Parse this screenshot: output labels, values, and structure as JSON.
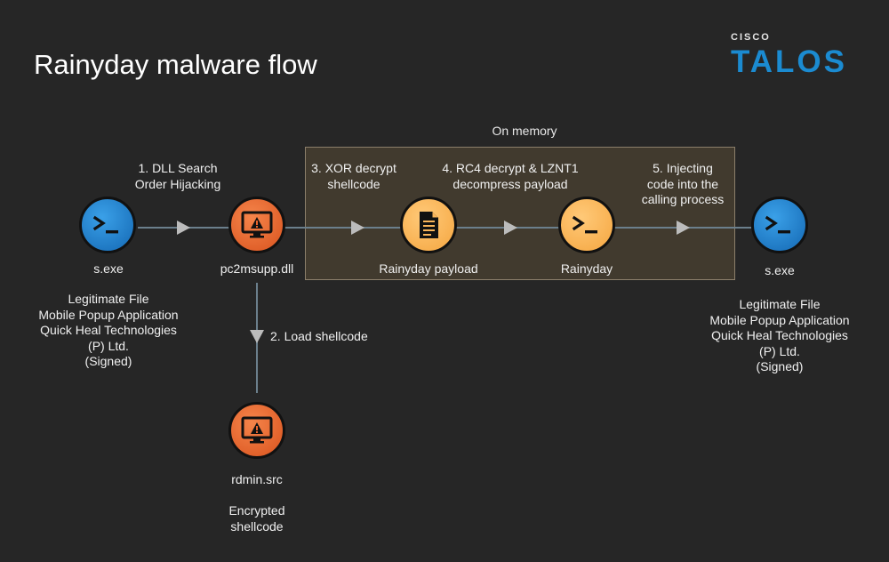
{
  "title": "Rainyday malware flow",
  "logo": {
    "top": "CISCO",
    "main": "TALOS"
  },
  "memory_box_label": "On memory",
  "nodes": {
    "sexe_left": {
      "label": "s.exe",
      "icon": "terminal-icon",
      "color": "#1f7fd0",
      "description": [
        "Legitimate File",
        "Mobile Popup Application",
        "Quick Heal Technologies",
        "(P) Ltd.",
        "(Signed)"
      ]
    },
    "dll": {
      "label": "pc2msupp.dll",
      "icon": "monitor-warning-icon",
      "color": "#e8632c"
    },
    "payload": {
      "label": "Rainyday payload",
      "icon": "document-icon",
      "color": "#f9b55a"
    },
    "rainyday": {
      "label": "Rainyday",
      "icon": "terminal-icon",
      "color": "#f9b55a"
    },
    "sexe_right": {
      "label": "s.exe",
      "icon": "terminal-icon",
      "color": "#1f7fd0",
      "description": [
        "Legitimate File",
        "Mobile Popup Application",
        "Quick Heal Technologies",
        "(P) Ltd.",
        "(Signed)"
      ]
    },
    "rdmin": {
      "label": "rdmin.src",
      "icon": "monitor-warning-icon",
      "color": "#e8632c",
      "description": [
        "Encrypted",
        "shellcode"
      ]
    }
  },
  "steps": {
    "step1": [
      "1.  DLL Search",
      "Order Hijacking"
    ],
    "step2": [
      "2. Load shellcode"
    ],
    "step3": [
      "3. XOR decrypt",
      "shellcode"
    ],
    "step4": [
      "4. RC4 decrypt & LZNT1",
      "decompress payload"
    ],
    "step5": [
      "5. Injecting",
      "code into the",
      "calling process"
    ]
  }
}
